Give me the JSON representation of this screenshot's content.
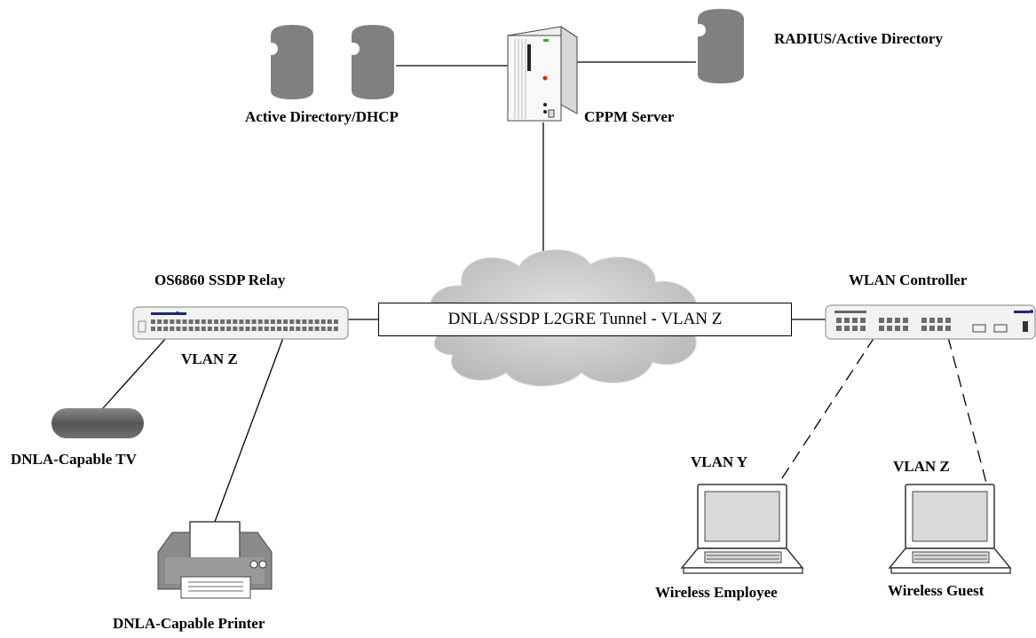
{
  "labels": {
    "ad_dhcp": "Active Directory/DHCP",
    "cppm": "CPPM Server",
    "radius": "RADIUS/Active Directory",
    "os6860": "OS6860 SSDP Relay",
    "wlan": "WLAN Controller",
    "tunnel": "DNLA/SSDP L2GRE Tunnel - VLAN Z",
    "vlan_z_switch": "VLAN Z",
    "tv": "DNLA-Capable TV",
    "printer": "DNLA-Capable Printer",
    "vlan_y": "VLAN Y",
    "vlan_z_guest": "VLAN Z",
    "employee": "Wireless Employee",
    "guest": "Wireless Guest"
  },
  "colors": {
    "device_gray": "#808080",
    "device_dark": "#5f5f5f",
    "cloud": "#c8c8c8",
    "line": "#000000"
  }
}
